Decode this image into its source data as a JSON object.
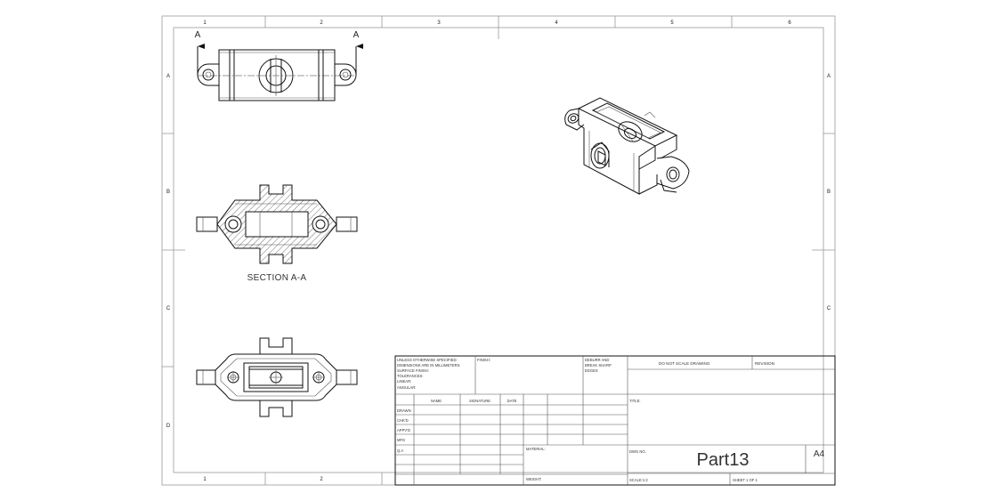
{
  "zones": {
    "columns": [
      "1",
      "2",
      "3",
      "4",
      "5",
      "6"
    ],
    "rows": [
      "A",
      "B",
      "C",
      "D"
    ]
  },
  "section_markers": {
    "left": "A",
    "right": "A"
  },
  "section_label": "SECTION A-A",
  "title_block": {
    "unless_lines": [
      "UNLESS OTHERWISE SPECIFIED:",
      "DIMENSIONS ARE IN MILLIMETERS",
      "SURFACE FINISH:",
      "TOLERANCES:",
      "  LINEAR:",
      "  ANGULAR:"
    ],
    "finish_label": "FINISH:",
    "deburr_lines": [
      "DEBURR AND",
      "BREAK SHARP",
      "EDGES"
    ],
    "do_not_scale": "DO NOT SCALE DRAWING",
    "revision_label": "REVISION",
    "col_headers": [
      "NAME",
      "SIGNATURE",
      "DATE"
    ],
    "row_labels": [
      "DRAWN",
      "CHK'D",
      "APPV'D",
      "MFG",
      "Q.A"
    ],
    "title_label": "TITLE:",
    "material_label": "MATERIAL:",
    "weight_label": "WEIGHT:",
    "dwg_no_label": "DWG NO.",
    "part_name": "Part13",
    "sheet_size": "A4",
    "scale_label": "SCALE:1:2",
    "sheet_label": "SHEET 1 OF 1"
  }
}
